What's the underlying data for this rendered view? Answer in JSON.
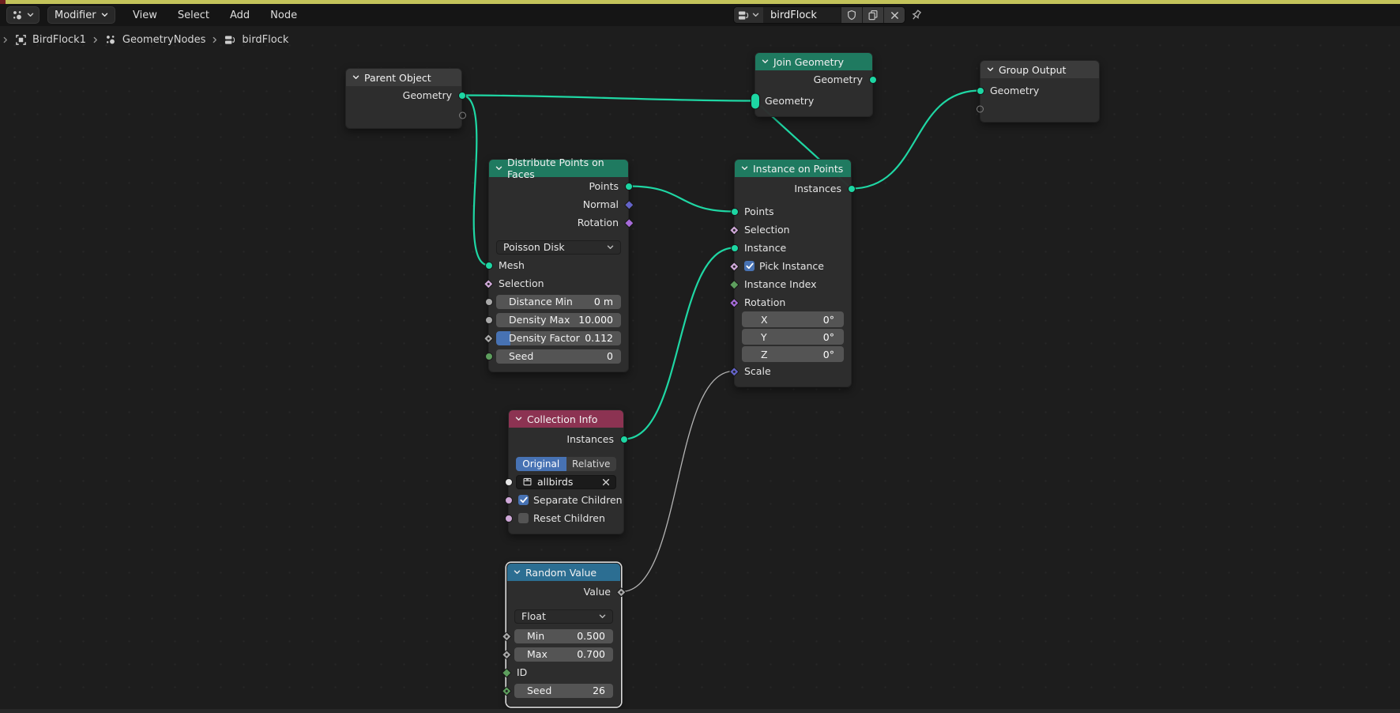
{
  "topbar": {
    "editor_icon": "nodes-icon",
    "mode_label": "Modifier",
    "menus": [
      "View",
      "Select",
      "Add",
      "Node"
    ],
    "tree_icon": "node-tree-icon",
    "tree_name": "birdFlock",
    "header_buttons": [
      "shield-icon",
      "duplicate-icon",
      "close-icon"
    ],
    "pin_icon": "pin-icon"
  },
  "breadcrumb": {
    "collapse_icon": "chevron-right-icon",
    "separator_icon": "chevron-right-icon",
    "items": [
      {
        "icon": "object-icon",
        "label": "BirdFlock1"
      },
      {
        "icon": "nodes-icon",
        "label": "GeometryNodes"
      },
      {
        "icon": "node-tree-icon",
        "label": "birdFlock"
      }
    ]
  },
  "colors": {
    "accent_blue": "#4772b3",
    "header_gray": "#3b3b3b",
    "header_geometry": "#1f7a60",
    "header_input_red": "#8c3352",
    "header_utility_blue": "#2c6e92",
    "wire_geometry": "#1fd7a4",
    "wire_field": "#b4b4b4",
    "socket_geometry": "#1dd6a3",
    "socket_vector": "#6363c7",
    "socket_rotation": "#a66bd8",
    "socket_boolean": "#cfa8d8",
    "socket_float": "#a8a8a8",
    "socket_int": "#5d9e5d",
    "socket_collection": "#e6e6e6"
  },
  "nodes": [
    {
      "id": "parent-object",
      "title": "Parent Object",
      "header_color": "#3b3b3b",
      "selected": false,
      "rows": [
        {
          "t": "out",
          "label": "Geometry",
          "sid": "geometry-out",
          "shape": "circle",
          "color": "#1dd6a3"
        },
        {
          "t": "spacer",
          "h": 6
        },
        {
          "t": "extend",
          "side": "right",
          "sid": "extend-out"
        }
      ]
    },
    {
      "id": "join-geometry",
      "title": "Join Geometry",
      "header_color": "#1f7a60",
      "selected": false,
      "rows": [
        {
          "t": "out",
          "label": "Geometry",
          "sid": "geometry-out",
          "shape": "circle",
          "color": "#1dd6a3"
        },
        {
          "t": "spacer",
          "h": 4
        },
        {
          "t": "in",
          "label": "Geometry",
          "sid": "geometry-in",
          "shape": "capsule",
          "color": "#1dd6a3"
        }
      ]
    },
    {
      "id": "group-output",
      "title": "Group Output",
      "header_color": "#3b3b3b",
      "selected": false,
      "rows": [
        {
          "t": "spacer",
          "h": 4
        },
        {
          "t": "in",
          "label": "Geometry",
          "sid": "geometry-in",
          "shape": "circle",
          "color": "#1dd6a3"
        },
        {
          "t": "spacer",
          "h": 4
        },
        {
          "t": "extend",
          "side": "left",
          "sid": "extend-in"
        }
      ]
    },
    {
      "id": "distribute-points",
      "title": "Distribute Points on Faces",
      "header_color": "#1f7a60",
      "selected": false,
      "rows": [
        {
          "t": "out",
          "label": "Points",
          "sid": "points-out",
          "shape": "circle",
          "color": "#1dd6a3"
        },
        {
          "t": "out",
          "label": "Normal",
          "sid": "normal-out",
          "shape": "diamond",
          "color": "#6363c7"
        },
        {
          "t": "out",
          "label": "Rotation",
          "sid": "rotation-out",
          "shape": "diamond",
          "color": "#a66bd8"
        },
        {
          "t": "spacer",
          "h": 8
        },
        {
          "t": "dropdown",
          "value": "Poisson Disk"
        },
        {
          "t": "in",
          "label": "Mesh",
          "sid": "mesh-in",
          "shape": "circle",
          "color": "#1dd6a3"
        },
        {
          "t": "in",
          "label": "Selection",
          "sid": "selection-in",
          "shape": "diamond",
          "dot": true,
          "color": "#cfa8d8"
        },
        {
          "t": "field",
          "label": "Distance Min",
          "value": "0 m",
          "sid": "distance-min-in",
          "shape": "circle",
          "color": "#a8a8a8"
        },
        {
          "t": "field",
          "label": "Density Max",
          "value": "10.000",
          "sid": "density-max-in",
          "shape": "circle",
          "color": "#a8a8a8"
        },
        {
          "t": "field",
          "label": "Density Factor",
          "value": "0.112",
          "fill": 0.112,
          "sid": "density-factor-in",
          "shape": "diamond",
          "dot": true,
          "color": "#a8a8a8"
        },
        {
          "t": "field",
          "label": "Seed",
          "value": "0",
          "sid": "seed-in",
          "shape": "circle",
          "color": "#5d9e5d"
        }
      ]
    },
    {
      "id": "instance-on-points",
      "title": "Instance on Points",
      "header_color": "#1f7a60",
      "selected": false,
      "rows": [
        {
          "t": "spacer",
          "h": 3
        },
        {
          "t": "out",
          "label": "Instances",
          "sid": "instances-out",
          "shape": "circle",
          "color": "#1dd6a3"
        },
        {
          "t": "spacer",
          "h": 6
        },
        {
          "t": "in",
          "label": "Points",
          "sid": "points-in",
          "shape": "circle",
          "color": "#1dd6a3"
        },
        {
          "t": "in",
          "label": "Selection",
          "sid": "selection-in",
          "shape": "diamond",
          "dot": true,
          "color": "#cfa8d8"
        },
        {
          "t": "in",
          "label": "Instance",
          "sid": "instance-in",
          "shape": "circle",
          "color": "#1dd6a3"
        },
        {
          "t": "in",
          "label": "Pick Instance",
          "sid": "pick-instance-in",
          "shape": "diamond",
          "dot": true,
          "color": "#cfa8d8",
          "checkbox": true
        },
        {
          "t": "in",
          "label": "Instance Index",
          "sid": "instance-index-in",
          "shape": "diamond",
          "color": "#5d9e5d"
        },
        {
          "t": "in",
          "label": "Rotation",
          "sid": "rotation-in",
          "shape": "diamond",
          "dot": true,
          "color": "#a66bd8"
        },
        {
          "t": "vector",
          "entries": [
            {
              "label": "X",
              "value": "0°"
            },
            {
              "label": "Y",
              "value": "0°"
            },
            {
              "label": "Z",
              "value": "0°"
            }
          ]
        },
        {
          "t": "in",
          "label": "Scale",
          "sid": "scale-in",
          "shape": "diamond",
          "dot": true,
          "color": "#6363c7"
        }
      ]
    },
    {
      "id": "collection-info",
      "title": "Collection Info",
      "header_color": "#8c3352",
      "selected": false,
      "rows": [
        {
          "t": "spacer",
          "h": 3
        },
        {
          "t": "out",
          "label": "Instances",
          "sid": "instances-out",
          "shape": "circle",
          "color": "#1dd6a3"
        },
        {
          "t": "spacer",
          "h": 8
        },
        {
          "t": "toggle",
          "options": [
            "Original",
            "Relative"
          ],
          "active": 0
        },
        {
          "t": "idfield",
          "icon": "collection-icon",
          "value": "allbirds",
          "clear_icon": "clear-x-icon",
          "sid": "collection-in",
          "shape": "circle",
          "color": "#e6e6e6"
        },
        {
          "t": "in",
          "label": "Separate Children",
          "sid": "separate-children-in",
          "shape": "circle",
          "color": "#cfa8d8",
          "checkbox": true
        },
        {
          "t": "in",
          "label": "Reset Children",
          "sid": "reset-children-in",
          "shape": "circle",
          "color": "#cfa8d8",
          "checkbox": false
        }
      ]
    },
    {
      "id": "random-value",
      "title": "Random Value",
      "header_color": "#2c6e92",
      "selected": true,
      "rows": [
        {
          "t": "spacer",
          "h": 2
        },
        {
          "t": "out",
          "label": "Value",
          "sid": "value-out",
          "shape": "diamond",
          "dot": true,
          "color": "#a8a8a8"
        },
        {
          "t": "spacer",
          "h": 8
        },
        {
          "t": "dropdown",
          "value": "Float"
        },
        {
          "t": "spacer",
          "h": 2
        },
        {
          "t": "field",
          "label": "Min",
          "value": "0.500",
          "sid": "min-in",
          "shape": "diamond",
          "dot": true,
          "color": "#a8a8a8"
        },
        {
          "t": "field",
          "label": "Max",
          "value": "0.700",
          "sid": "max-in",
          "shape": "diamond",
          "dot": true,
          "color": "#a8a8a8"
        },
        {
          "t": "in",
          "label": "ID",
          "sid": "id-in",
          "shape": "diamond",
          "color": "#5d9e5d"
        },
        {
          "t": "field",
          "label": "Seed",
          "value": "26",
          "sid": "seed-in",
          "shape": "diamond",
          "dot": true,
          "color": "#5d9e5d"
        }
      ]
    }
  ],
  "wires": [
    {
      "from": "parent-object/geometry-out",
      "to": "join-geometry/geometry-in",
      "color": "#1fd7a4",
      "width": 2.2
    },
    {
      "from": "parent-object/geometry-out",
      "to": "distribute-points/mesh-in",
      "color": "#1fd7a4",
      "width": 2.2
    },
    {
      "from": "distribute-points/points-out",
      "to": "instance-on-points/points-in",
      "color": "#1fd7a4",
      "width": 2.2
    },
    {
      "from": "collection-info/instances-out",
      "to": "instance-on-points/instance-in",
      "color": "#1fd7a4",
      "width": 2.2
    },
    {
      "from": "instance-on-points/instances-out",
      "to": "join-geometry/geometry-in",
      "color": "#1fd7a4",
      "width": 2.2,
      "straight": true
    },
    {
      "from": "instance-on-points/instances-out",
      "to": "group-output/geometry-in",
      "color": "#1fd7a4",
      "width": 2.2
    },
    {
      "from": "random-value/value-out",
      "to": "instance-on-points/scale-in",
      "color": "#b4b4b4",
      "width": 1.3
    }
  ]
}
